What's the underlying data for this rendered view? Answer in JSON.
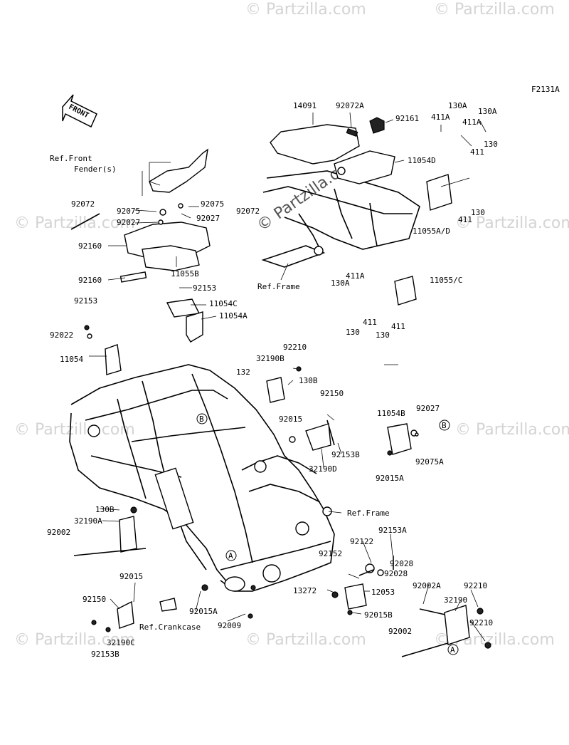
{
  "diagram_code": "F2131A",
  "front_label": "FRONT",
  "watermark": "© Partzilla.com",
  "callouts": {
    "B": "B",
    "A": "A"
  },
  "labels": [
    "14091",
    "92072A",
    "92161",
    "130A",
    "130A",
    "411A",
    "411A",
    "130",
    "411",
    "11054D",
    "130",
    "411",
    "11055A/D",
    "Ref.Front",
    "Fender(s)",
    "92072",
    "92075",
    "92075",
    "92027",
    "92027",
    "92072",
    "92160",
    "92160",
    "11055B",
    "92153",
    "11054C",
    "11054A",
    "Ref.Frame",
    "411A",
    "130A",
    "11055/C",
    "130",
    "411",
    "130",
    "411",
    "92153",
    "92022",
    "11054",
    "92210",
    "32190B",
    "132",
    "130B",
    "92150",
    "92015",
    "92153B",
    "32190D",
    "11054B",
    "92027",
    "92075A",
    "92015A",
    "Ref.Frame",
    "130B",
    "32190A",
    "92002",
    "92153A",
    "92122",
    "92152",
    "92028",
    "92028",
    "13272",
    "12053",
    "92015B",
    "92015",
    "92150",
    "Ref.Crankcase",
    "32190C",
    "92153B",
    "92015A",
    "92009",
    "92002A",
    "92210",
    "32190",
    "92210",
    "92002"
  ]
}
